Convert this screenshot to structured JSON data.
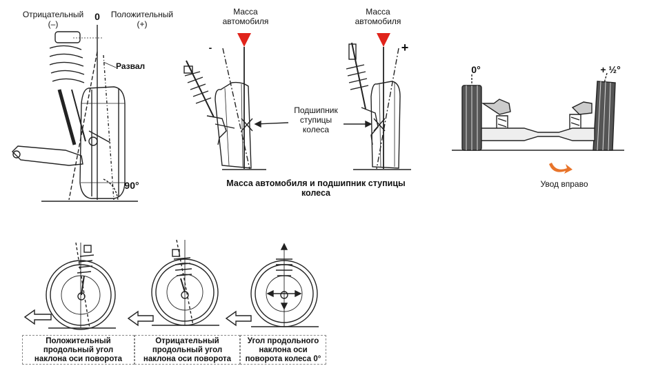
{
  "camber": {
    "negative_label": "Отрицательный",
    "negative_sign": "(–)",
    "zero": "0",
    "positive_label": "Положительный",
    "positive_sign": "(+)",
    "camber_label": "Развал",
    "angle_label": "90°"
  },
  "mass": {
    "left_title": "Масса\nавтомобиля",
    "right_title": "Масса\nавтомобиля",
    "minus_sign": "-",
    "plus_sign": "+",
    "bearing_label": "Подшипник\nступицы\nколеса",
    "caption": "Масса автомобиля и подшипник ступицы колеса"
  },
  "drift": {
    "left_angle": "0°",
    "right_angle": "+ ½°",
    "caption": "Увод вправо"
  },
  "caster": {
    "captions": [
      "Положительный\nпродольный угол\nнаклона оси поворота",
      "Отрицательный\nпродольный угол\nнаклона оси поворота",
      "Угол продольного\nнаклона оси\nповорота колеса 0°"
    ]
  },
  "colors": {
    "accent_red": "#e0241b",
    "accent_orange": "#e8742a",
    "line": "#222222"
  }
}
